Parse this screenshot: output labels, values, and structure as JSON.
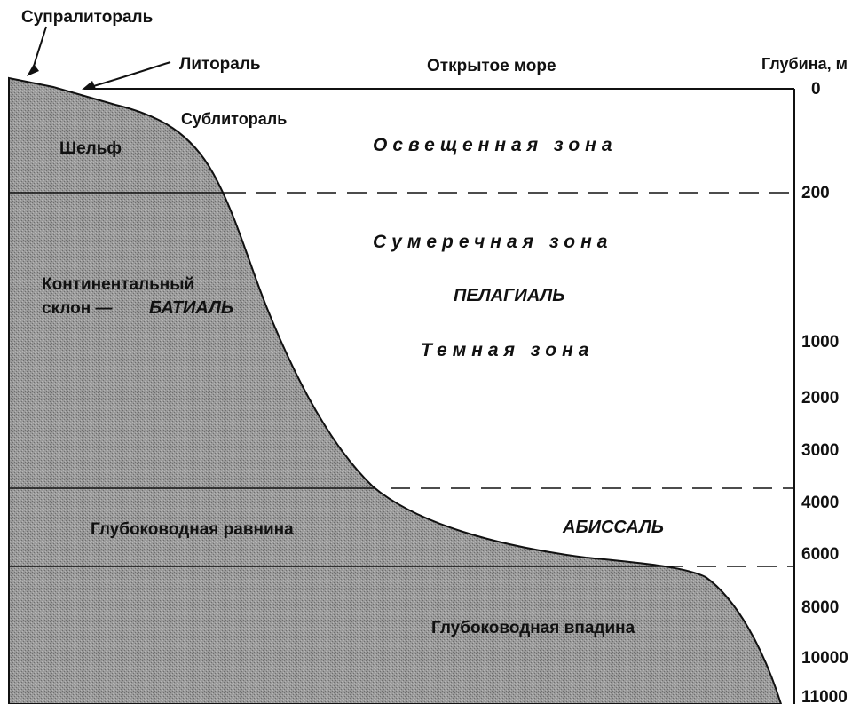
{
  "colors": {
    "seabed": "#8c8c8c",
    "water": "#ffffff",
    "line": "#111111",
    "text": "#111111"
  },
  "labels": {
    "supralittoral": "Супралитораль",
    "littoral": "Литораль",
    "open_sea": "Открытое море",
    "depth_title": "Глубина, м",
    "sublittoral": "Сублитораль",
    "shelf": "Шельф",
    "lit_zone": "Освещенная зона",
    "twilight_zone": "Сумеречная зона",
    "slope_line1": "Континентальный",
    "slope_line2": "склон —",
    "bathyal": "БАТИАЛЬ",
    "pelagial": "ПЕЛАГИАЛЬ",
    "dark_zone": "Темная зона",
    "abyssal_plain": "Глубоководная равнина",
    "abyssal": "АБИССАЛЬ",
    "deep_trench": "Глубоководная впадина"
  },
  "depth_axis": {
    "ticks": [
      "0",
      "200",
      "1000",
      "2000",
      "3000",
      "4000",
      "6000",
      "8000",
      "10000",
      "11000"
    ]
  }
}
